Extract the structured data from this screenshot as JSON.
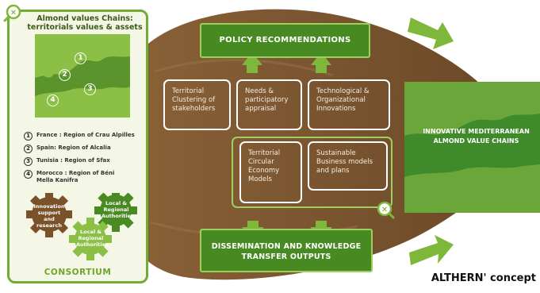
{
  "left_panel": {
    "title_line1": "Almond values Chains:",
    "title_line2": "territorials values & assets",
    "map_markers": [
      "1",
      "2",
      "3",
      "4"
    ],
    "regions": [
      {
        "num": "1",
        "text": "France : Region of Crau Alpilles"
      },
      {
        "num": "2",
        "text": "Spain: Region of Alcalia"
      },
      {
        "num": "3",
        "text": "Tunisia : Region of Sfax"
      },
      {
        "num": "4",
        "text": "Morocco : Region of Béni Mella Kanifra"
      }
    ],
    "gears": {
      "innovation": "Innovation support and research",
      "local_top": "Local & Regional Authorities",
      "local_bottom": "Local & Regional Authorities"
    },
    "consortium": "CONSORTIUM"
  },
  "policy_recommendations": "POLICY RECOMMENDATIONS",
  "middle_boxes": {
    "territorial_clustering": "Territorial Clustering of stakeholders",
    "needs_appraisal": "Needs & participatory appraisal",
    "innovations": "Technological & Organizational Innovations",
    "circular_economy": "Territorial Circular Economy Models",
    "business_models": "Sustainable Business models and plans"
  },
  "dissemination": {
    "line1": "DISSEMINATION AND KNOWLEDGE",
    "line2": "TRANSFER OUTPUTS"
  },
  "right_map_text": "INNOVATIVE MEDITERRANEAN ALMOND VALUE CHAINS",
  "caption": "ALTHERN' concept",
  "colors": {
    "almond_brown": "#7a5530",
    "dark_green": "#478a22",
    "light_green": "#73ab34",
    "gear_brown": "#7a5128",
    "gear_green": "#4a8a23"
  }
}
